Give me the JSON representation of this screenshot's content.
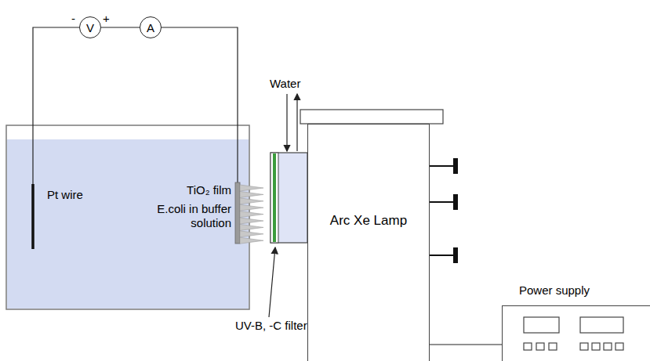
{
  "diagram": {
    "nodes": [
      {
        "text": [
          "Pt wire",
          "TiO₂ film",
          "E.coli in buffer solution"
        ]
      },
      {
        "text": [
          "V"
        ]
      },
      {
        "text": [
          "A"
        ]
      },
      {
        "text": [
          "Arc Xe Lamp"
        ]
      },
      {
        "text": [
          "Power supply"
        ]
      }
    ],
    "edges": [
      {
        "from": 0,
        "to": 1,
        "arrow": "none"
      },
      {
        "from": 1,
        "to": 2,
        "arrow": "none"
      },
      {
        "from": 2,
        "to": 0,
        "arrow": "none"
      },
      {
        "from": 3,
        "to": 4,
        "arrow": "none"
      }
    ],
    "labels": [
      "-",
      "+",
      "Water",
      "UV-B, -C filter"
    ]
  }
}
